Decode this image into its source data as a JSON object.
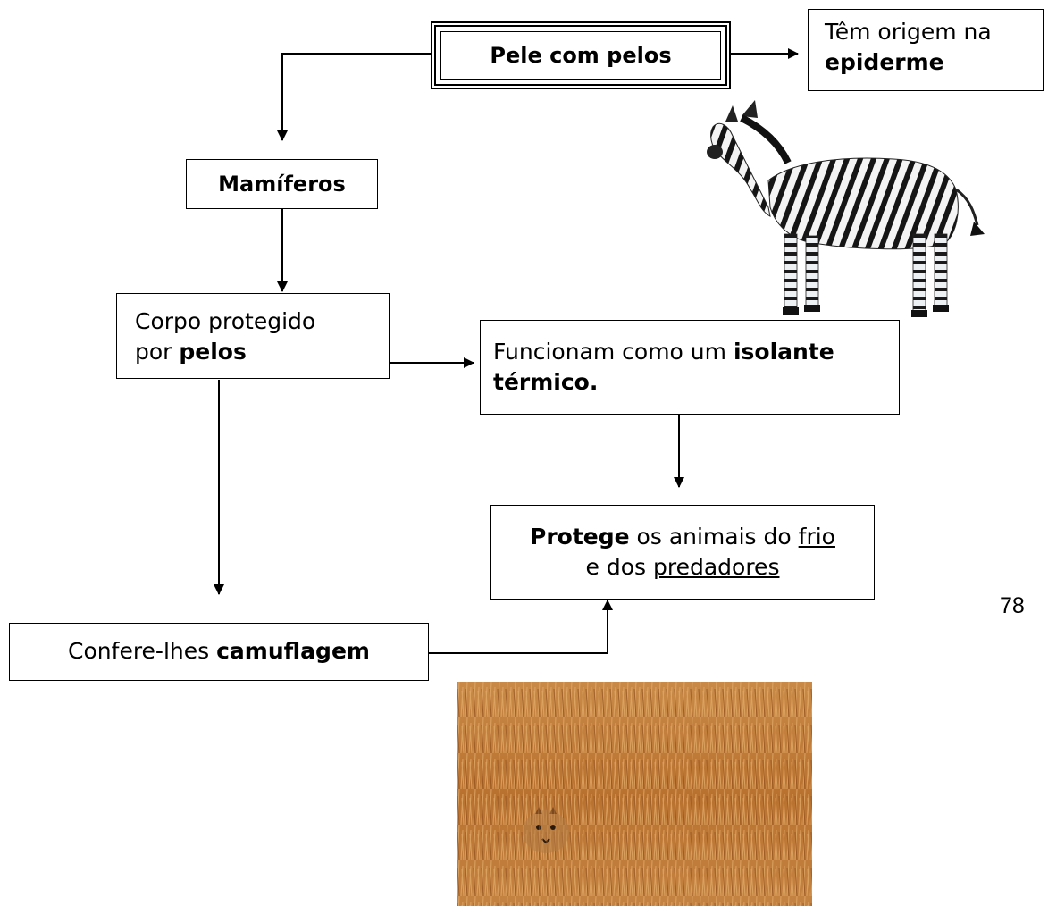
{
  "nodes": {
    "pele": {
      "bold": "Pele com pelos"
    },
    "origem": {
      "line1": "Têm origem na",
      "line2_bold": "epiderme"
    },
    "mamiferos": {
      "bold": "Mamíferos"
    },
    "corpo": {
      "line1": "Corpo protegido",
      "line2_pre": "por ",
      "line2_bold": "pelos"
    },
    "isolante": {
      "pre": "Funcionam como um ",
      "bold1": "isolante",
      "bold2": "térmico."
    },
    "protege": {
      "bold": "Protege",
      "mid": " os animais do ",
      "u1": "frio",
      "line2_pre": "e dos ",
      "u2": "predadores"
    },
    "camuflagem": {
      "pre": "Confere-lhes ",
      "bold": "camuflagem"
    }
  },
  "page_number": "78",
  "images": {
    "zebra": "zebra",
    "savanna": "cheetah-in-tall-grass"
  },
  "colors": {
    "line": "#000000",
    "grass": "#c07a35"
  }
}
